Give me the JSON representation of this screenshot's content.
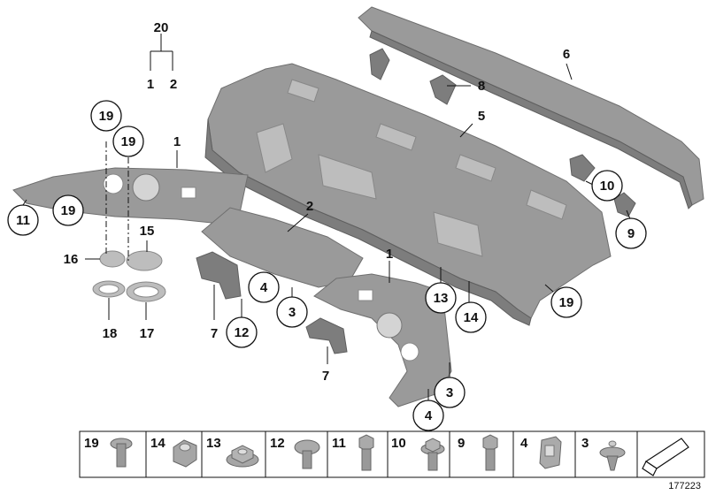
{
  "callouts": {
    "c20": "20",
    "c1a": "1",
    "c2a": "2",
    "c19a": "19",
    "c19b": "19",
    "c19c": "19",
    "c19d": "19",
    "c1b": "1",
    "c2b": "2",
    "c1c": "1",
    "c11": "11",
    "c16": "16",
    "c15": "15",
    "c18": "18",
    "c17": "17",
    "c7a": "7",
    "c12": "12",
    "c4a": "4",
    "c3a": "3",
    "c7b": "7",
    "c13": "13",
    "c14": "14",
    "c3b": "3",
    "c4b": "4",
    "c5": "5",
    "c6": "6",
    "c8": "8",
    "c10": "10",
    "c9": "9"
  },
  "legend": {
    "items": [
      {
        "num": "19",
        "icon": "screw-icon"
      },
      {
        "num": "14",
        "icon": "hex-nut-icon"
      },
      {
        "num": "13",
        "icon": "flange-nut-icon"
      },
      {
        "num": "12",
        "icon": "pan-head-screw-icon"
      },
      {
        "num": "11",
        "icon": "hex-bolt-icon"
      },
      {
        "num": "10",
        "icon": "hex-collar-bolt-icon"
      },
      {
        "num": "9",
        "icon": "hex-bolt-icon"
      },
      {
        "num": "4",
        "icon": "clip-nut-icon"
      },
      {
        "num": "3",
        "icon": "expanding-rivet-icon"
      },
      {
        "num": "",
        "icon": "arrow-icon"
      }
    ]
  },
  "ref_number": "177223"
}
